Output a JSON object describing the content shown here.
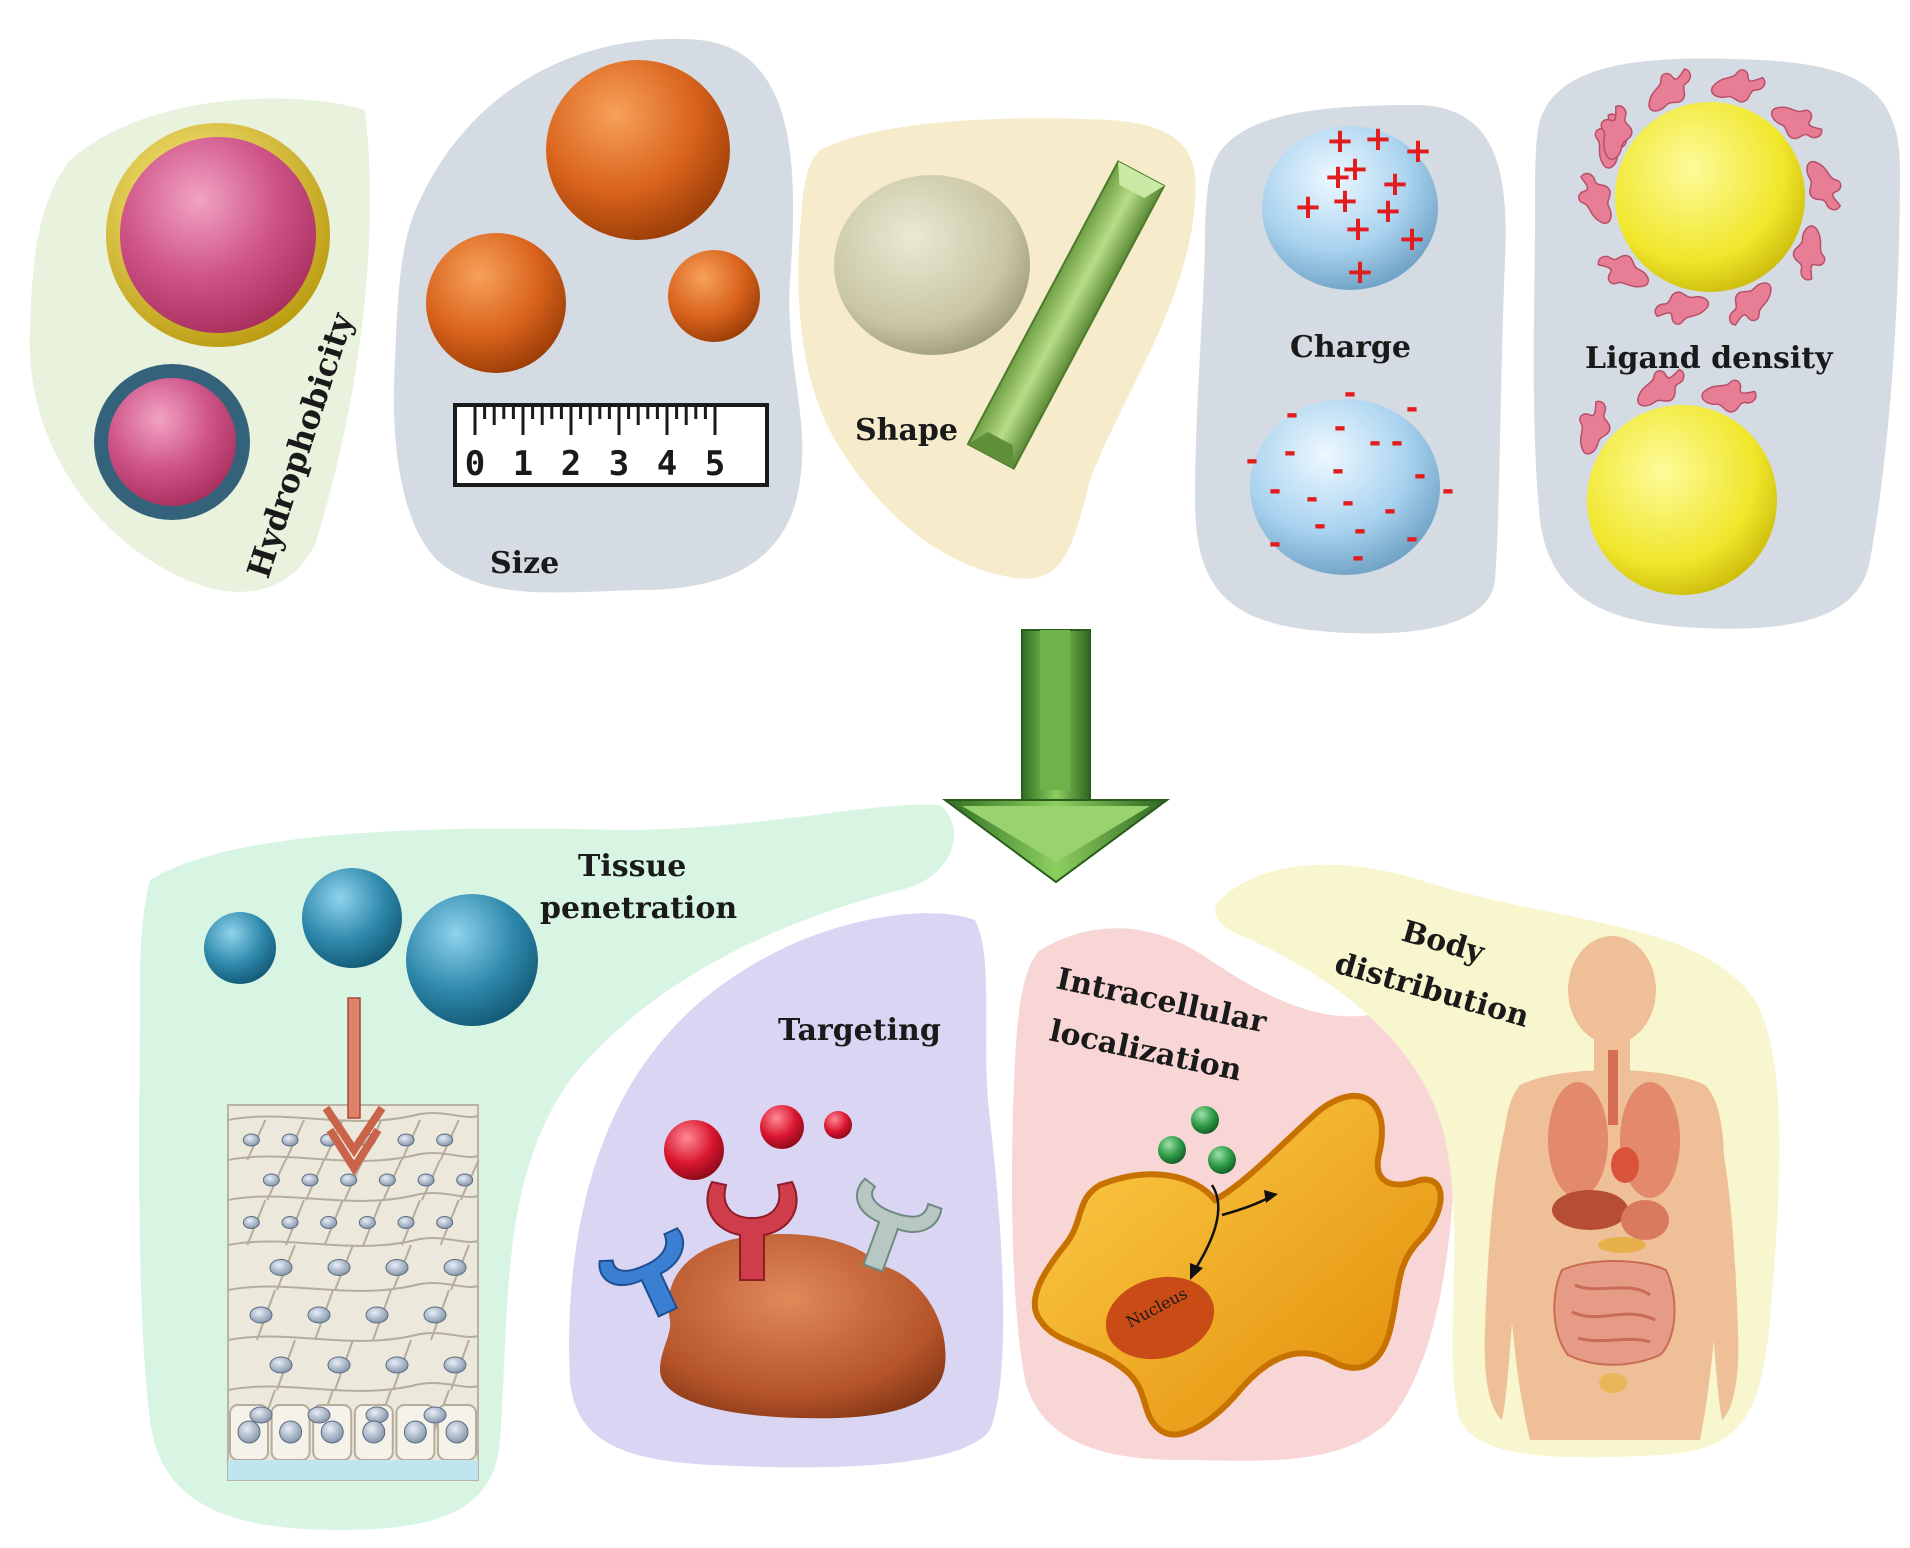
{
  "properties": {
    "hydrophobicity": "Hydrophobicity",
    "size": "Size",
    "shape": "Shape",
    "charge": "Charge",
    "ligand_density": "Ligand density",
    "ruler_ticks": [
      "0",
      "1",
      "2",
      "3",
      "4",
      "5"
    ],
    "positive_sign": "+",
    "negative_sign": "-"
  },
  "outcomes": {
    "tissue_penetration": [
      "Tissue",
      "penetration"
    ],
    "targeting": "Targeting",
    "intracellular_localization": [
      "Intracellular",
      "localization"
    ],
    "nucleus": "Nucleus",
    "body_distribution": [
      "Body",
      "distribution"
    ]
  },
  "colors": {
    "hydro_bg": "#e8f2dc",
    "gray_bg": "#d5dbe3",
    "shape_bg": "#f6eccb",
    "tissue_bg": "#d8f4e3",
    "target_bg": "#d9d5f3",
    "intra_bg": "#f9d6d6",
    "body_bg": "#f8f6cf",
    "pink_particle": "#cf4c7f",
    "orange_particle": "#d9631c",
    "sage_particle": "#c8c6a3",
    "green_rod": "#8fbf63",
    "blue_particle": "#a9d3ef",
    "yellow_particle": "#f0e62a",
    "ligand": "#e77e95",
    "teal_particle": "#2f89ac",
    "red_particle": "#d9162f",
    "cell_brown": "#b5542a",
    "cell_yellow": "#f2a30f",
    "arrow_green": "#3f8a2e"
  }
}
